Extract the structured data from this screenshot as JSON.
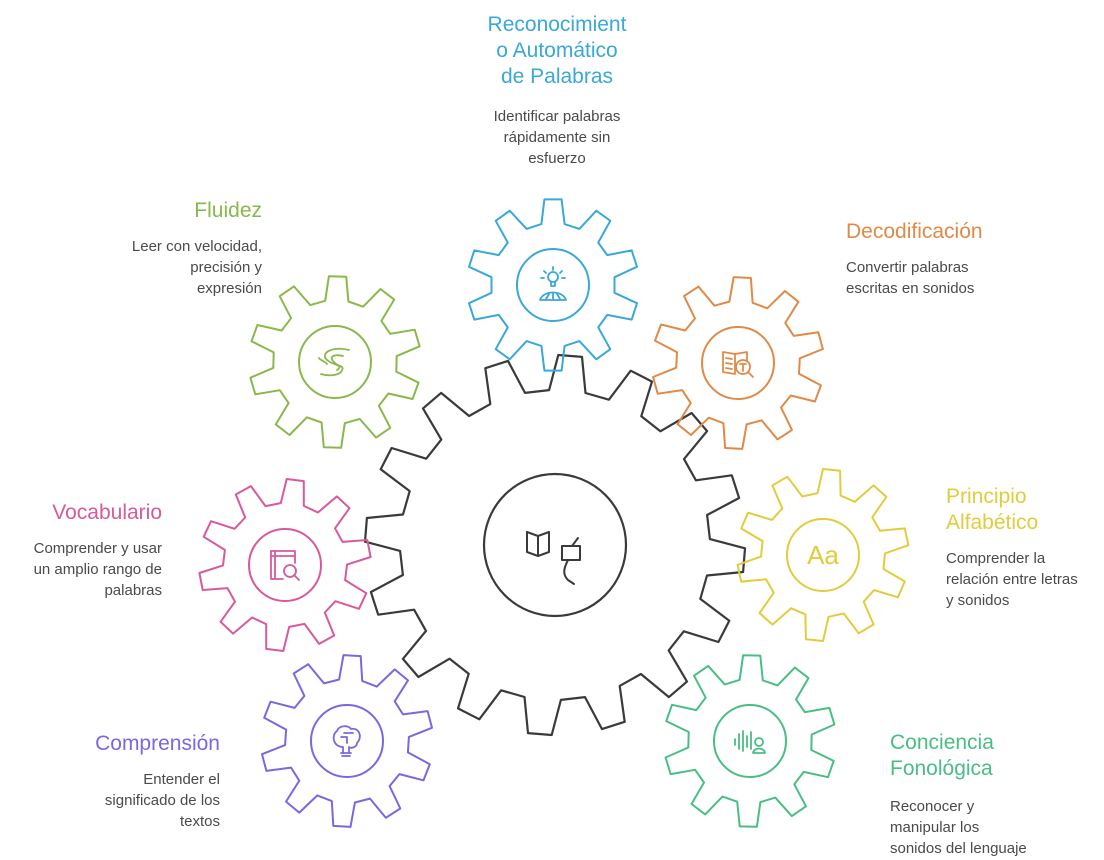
{
  "diagram": {
    "central_gear": {
      "icon": "reading-book-head-icon",
      "color": "#3a3a3a"
    },
    "components": [
      {
        "id": "reconocimiento",
        "title_lines": [
          "Reconocimient",
          "o Automático",
          "de Palabras"
        ],
        "desc_lines": [
          "Identificar palabras",
          "rápidamente sin",
          "esfuerzo"
        ],
        "color": "#3aa8d8",
        "icon": "lightbulb-person-icon"
      },
      {
        "id": "decodificacion",
        "title_lines": [
          "Decodificación"
        ],
        "desc_lines": [
          "Convertir palabras",
          "escritas en sonidos"
        ],
        "color": "#e08a48",
        "icon": "book-magnifier-icon"
      },
      {
        "id": "principio-alfabetico",
        "title_lines": [
          "Principio",
          "Alfabético"
        ],
        "desc_lines": [
          "Comprender la",
          "relación entre letras",
          "y sonidos"
        ],
        "color": "#e2cc3c",
        "icon": "letters-aa-icon",
        "icon_text": "Aa"
      },
      {
        "id": "conciencia-fonologica",
        "title_lines": [
          "Conciencia",
          "Fonológica"
        ],
        "desc_lines": [
          "Reconocer y",
          "manipular los",
          "sonidos del lenguaje"
        ],
        "color": "#49be84",
        "icon": "sound-wave-person-icon"
      },
      {
        "id": "comprension",
        "title_lines": [
          "Comprensión"
        ],
        "desc_lines": [
          "Entender el",
          "significado de los",
          "textos"
        ],
        "color": "#7b67e0",
        "icon": "brain-puzzle-icon"
      },
      {
        "id": "vocabulario",
        "title_lines": [
          "Vocabulario"
        ],
        "desc_lines": [
          "Comprender y usar",
          "un amplio rango de",
          "palabras"
        ],
        "color": "#d8599c",
        "icon": "book-search-icon"
      },
      {
        "id": "fluidez",
        "title_lines": [
          "Fluidez"
        ],
        "desc_lines": [
          "Leer con velocidad,",
          "precisión y",
          "expresión"
        ],
        "color": "#8ab84a",
        "icon": "double-s-flow-icon"
      }
    ]
  }
}
